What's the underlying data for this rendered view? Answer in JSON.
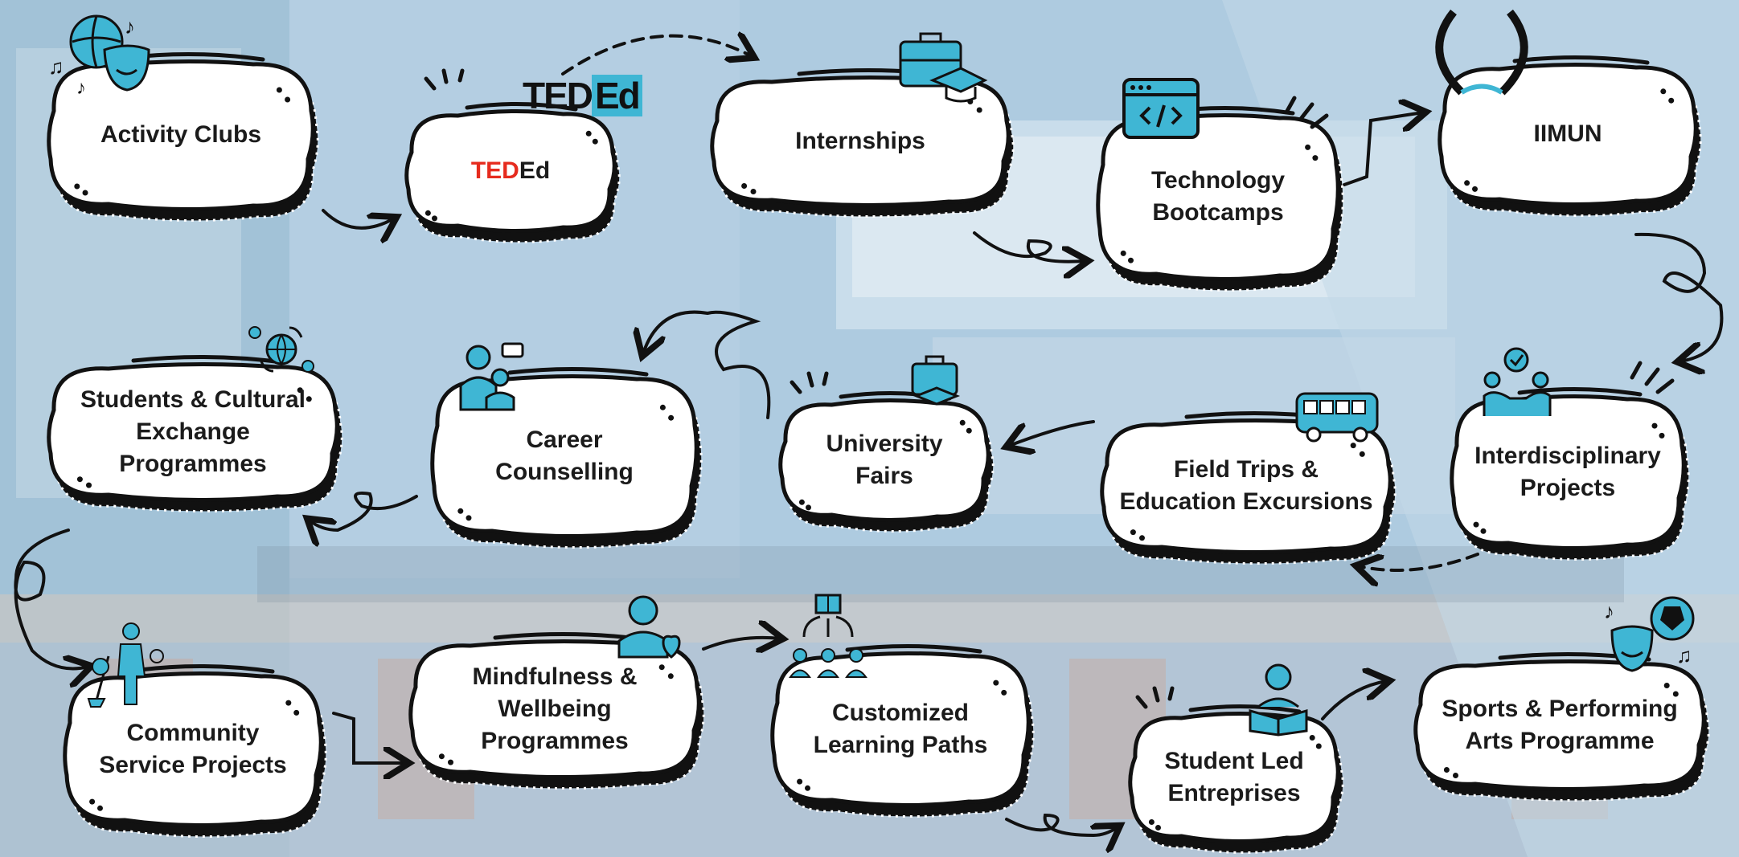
{
  "nodes": {
    "activity_clubs": "Activity Clubs",
    "teded": {
      "ted": "TED",
      "ed": "Ed"
    },
    "internships": "Internships",
    "technology_bootcamps": "Technology\nBootcamps",
    "iimun": "IIMUN",
    "interdisciplinary_projects": "Interdisciplinary\nProjects",
    "field_trips": "Field Trips &\nEducation Excursions",
    "university_fairs": "University\nFairs",
    "career_counselling": "Career\nCounselling",
    "students_cultural_exchange": "Students & Cultural\nExchange\nProgrammes",
    "community_service": "Community\nService Projects",
    "mindfulness": "Mindfulness &\nWellbeing\nProgrammes",
    "customized_learning": "Customized\nLearning Paths",
    "student_led": "Student Led\nEntreprises",
    "sports_arts": "Sports & Performing\nArts Programme"
  },
  "logo": {
    "ted": "TED",
    "ed": "Ed"
  },
  "colors": {
    "accent": "#3fb6d4",
    "ink": "#111111",
    "ted_red": "#e62b1e"
  }
}
